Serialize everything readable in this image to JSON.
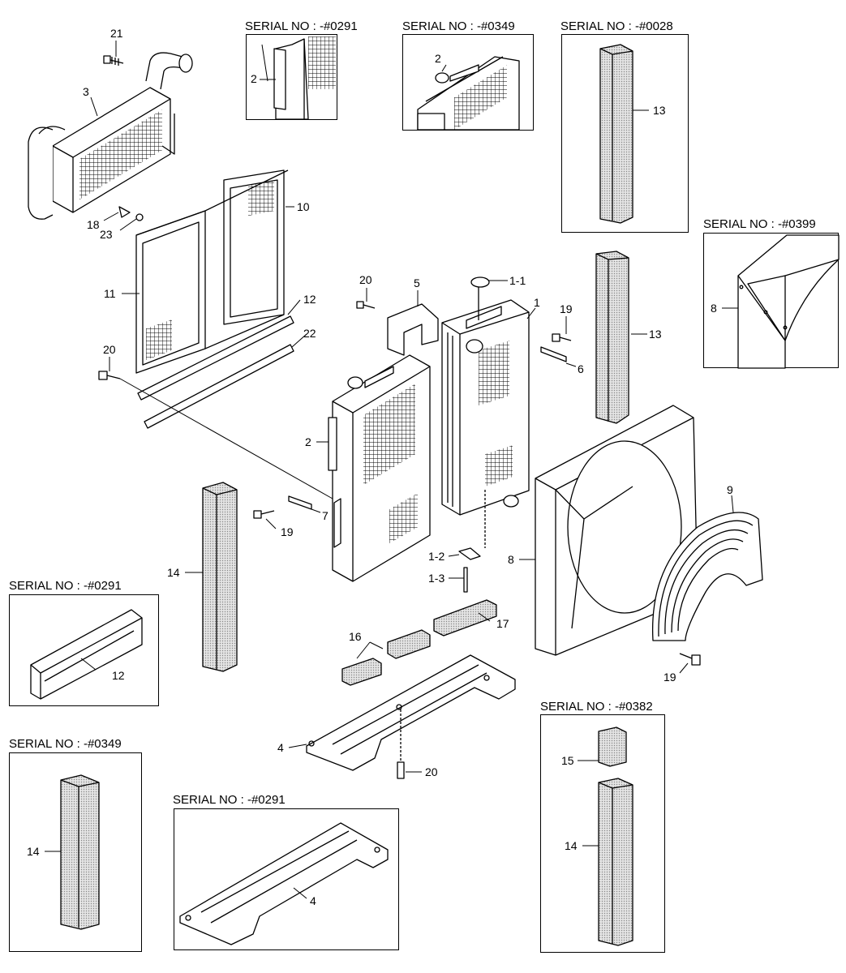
{
  "serial_prefix": "SERIAL NO : -#",
  "serial_labels": {
    "top_left": "SERIAL NO : -#0291",
    "top_middle": "SERIAL NO : -#0349",
    "top_right": "SERIAL NO : -#0028",
    "right_upper": "SERIAL NO : -#0399",
    "left_middle": "SERIAL NO : -#0291",
    "right_lower": "SERIAL NO : -#0382",
    "left_lower": "SERIAL NO : -#0349",
    "bottom_middle": "SERIAL NO : -#0291"
  },
  "callouts": {
    "p21": "21",
    "p3": "3",
    "p18": "18",
    "p23": "23",
    "p10": "10",
    "p11": "11",
    "p12": "12",
    "p22": "22",
    "p20a": "20",
    "p20b": "20",
    "p20c": "20",
    "p5": "5",
    "p1_1": "1-1",
    "p1": "1",
    "p19a": "19",
    "p19b": "19",
    "p19c": "19",
    "p6": "6",
    "p13a": "13",
    "p13b": "13",
    "p2a": "2",
    "p2b": "2",
    "p2c": "2",
    "p7": "7",
    "p14a": "14",
    "p14b": "14",
    "p14c": "14",
    "p1_2": "1-2",
    "p1_3": "1-3",
    "p8a": "8",
    "p8b": "8",
    "p9": "9",
    "p16": "16",
    "p17": "17",
    "p4a": "4",
    "p4b": "4",
    "p12b": "12",
    "p15": "15"
  },
  "colors": {
    "line": "#000000",
    "foam": "#d8d8d8",
    "mesh": "#000000"
  }
}
